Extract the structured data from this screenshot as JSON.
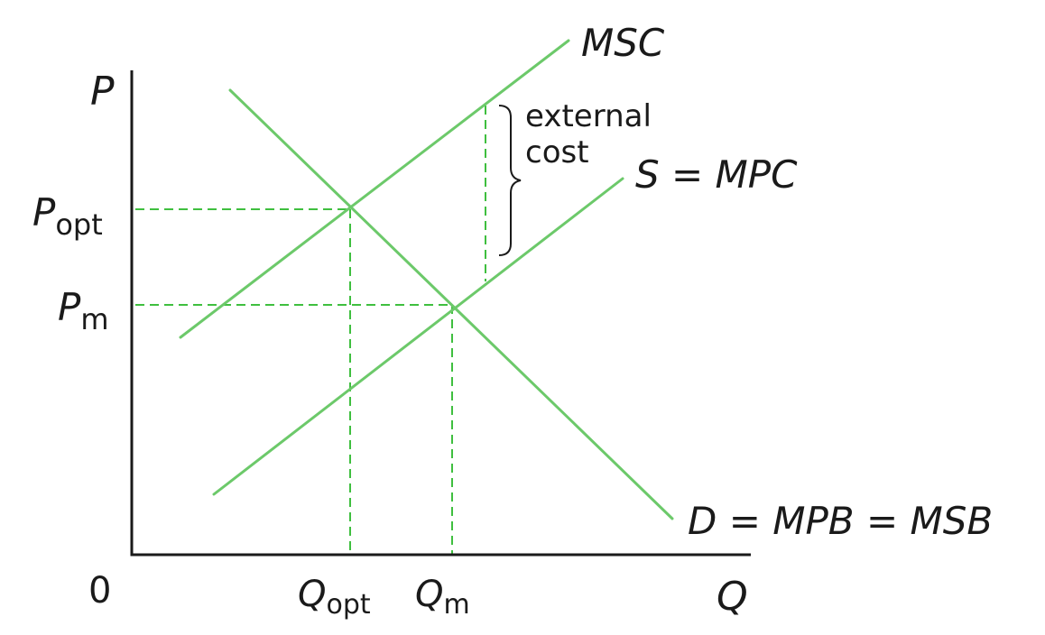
{
  "axes": {
    "y_label": "P",
    "x_label": "Q",
    "origin_label": "0"
  },
  "curves": {
    "msc": "MSC",
    "supply": "S = MPC",
    "demand": "D = MPB = MSB"
  },
  "prices": {
    "p_opt_main": "P",
    "p_opt_sub": "opt",
    "p_m_main": "P",
    "p_m_sub": "m"
  },
  "quantities": {
    "q_opt_main": "Q",
    "q_opt_sub": "opt",
    "q_m_main": "Q",
    "q_m_sub": "m"
  },
  "annotation": {
    "line1": "external",
    "line2": "cost"
  },
  "colors": {
    "curve": "#6cc96a",
    "guide": "#3fbf3f",
    "axis": "#1a1a1a"
  }
}
